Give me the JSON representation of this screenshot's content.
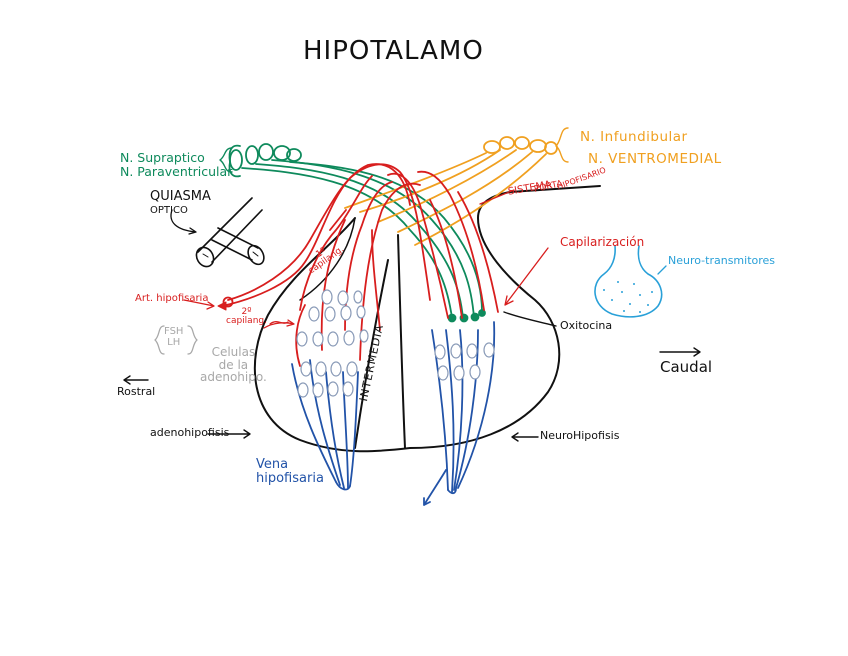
{
  "diagram": {
    "title": "HIPOTALAMO",
    "hypothalamus_nuclei": {
      "supraoptic": "N. Supraptico",
      "paraventricular": "N. Paraventricular",
      "infundibular": "N. Infundibular",
      "ventromedial": "N. VENTROMEDIAL"
    },
    "optic_chiasm": [
      "QUIASMA",
      "OPTICO"
    ],
    "portal_system": [
      "SISTEMA",
      "PORTA",
      "HIPOFISARIO"
    ],
    "capillarization": "Capilarización",
    "neurotransmitters": "Neuro-transmitores",
    "first_capillary": [
      "1º",
      "capilang."
    ],
    "second_capillary": [
      "2º",
      "capilang."
    ],
    "artery": "Art. hipofisaria",
    "hormones": [
      "FSH",
      "LH"
    ],
    "adeno_cells": [
      "Celulas",
      "de la",
      "adenohipo."
    ],
    "oxytocin": "Oxitocina",
    "intermediate": "INTERMEDIA",
    "rostral": "Rostral",
    "caudal": "Caudal",
    "adenohypophysis": "adenohipofisis",
    "neurohypophysis": "NeuroHipofisis",
    "vein": [
      "Vena",
      "hipofisaria"
    ],
    "colors": {
      "green": "#0e8a5c",
      "orange": "#f0a020",
      "red": "#d81e1e",
      "blue": "#2253a8",
      "light_blue": "#29a0d8",
      "gray": "#a8a8a8",
      "outline": "#111111"
    }
  }
}
